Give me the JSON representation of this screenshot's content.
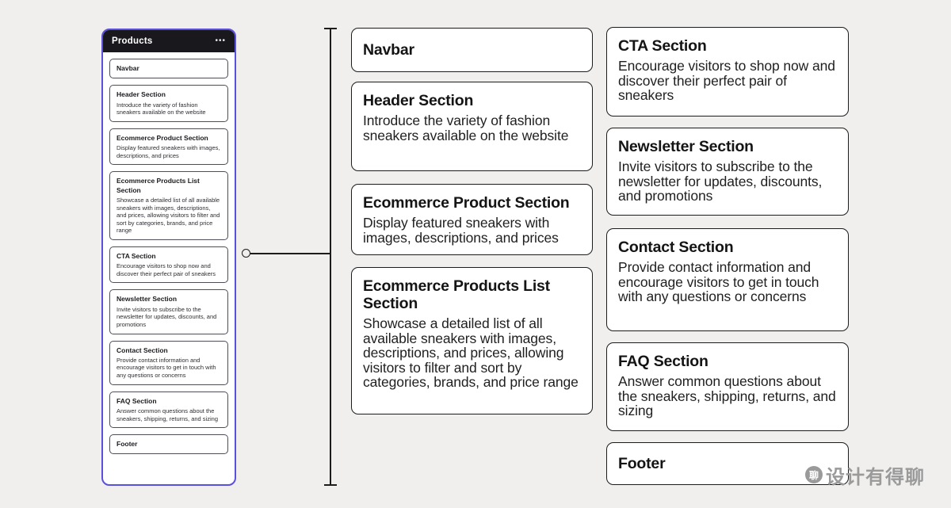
{
  "colors": {
    "page_background": "#f0efed",
    "accent_purple": "#5b4fdd",
    "panel_header_bg": "#19181d",
    "card_border": "#1c1c1c",
    "watermark_gray": "#9a9a9a"
  },
  "panel": {
    "title": "Products",
    "menu_icon": "ellipsis-horizontal",
    "menu_glyph": "•••",
    "items": [
      {
        "title": "Navbar",
        "description": ""
      },
      {
        "title": "Header Section",
        "description": "Introduce the variety of fashion sneakers available on the website"
      },
      {
        "title": "Ecommerce Product Section",
        "description": "Display featured sneakers with images, descriptions, and prices"
      },
      {
        "title": "Ecommerce Products List Section",
        "description": "Showcase a detailed list of all available sneakers with images, descriptions, and prices, allowing visitors to filter and sort by categories, brands, and price range"
      },
      {
        "title": "CTA Section",
        "description": "Encourage visitors to shop now and discover their perfect pair of sneakers"
      },
      {
        "title": "Newsletter Section",
        "description": "Invite visitors to subscribe to the newsletter for updates, discounts, and promotions"
      },
      {
        "title": "Contact Section",
        "description": "Provide contact information and encourage visitors to get in touch with any questions or concerns"
      },
      {
        "title": "FAQ Section",
        "description": "Answer common questions about the sneakers, shipping, returns, and sizing"
      },
      {
        "title": "Footer",
        "description": ""
      }
    ]
  },
  "canvas": {
    "middle_column_cards": [
      {
        "title": "Navbar",
        "description": ""
      },
      {
        "title": "Header Section",
        "description": "Introduce the variety of fashion sneakers available on the website"
      },
      {
        "title": "Ecommerce Product Section",
        "description": "Display featured sneakers with images, descriptions, and prices"
      },
      {
        "title": "Ecommerce Products List Section",
        "description": "Showcase a detailed list of all available sneakers with images, descriptions, and prices, allowing visitors to filter and sort by categories, brands, and price range"
      }
    ],
    "right_column_cards": [
      {
        "title": "CTA Section",
        "description": "Encourage visitors to shop now and discover their perfect pair of sneakers"
      },
      {
        "title": "Newsletter Section",
        "description": "Invite visitors to subscribe to the newsletter for updates, discounts, and promotions"
      },
      {
        "title": "Contact Section",
        "description": "Provide contact information and encourage visitors to get in touch with any questions or concerns"
      },
      {
        "title": "FAQ Section",
        "description": "Answer common questions about the sneakers, shipping, returns, and sizing"
      },
      {
        "title": "Footer",
        "description": ""
      }
    ]
  },
  "watermark": {
    "logo_char": "聊",
    "text": "设计有得聊"
  }
}
